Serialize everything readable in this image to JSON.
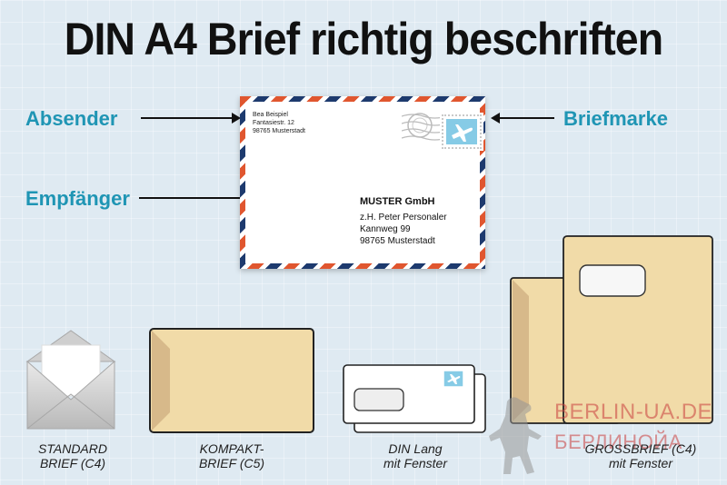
{
  "title": "DIN A4 Brief richtig beschriften",
  "labels": {
    "absender": "Absender",
    "empfaenger": "Empfänger",
    "briefmarke": "Briefmarke"
  },
  "letter": {
    "sender_lines": [
      "Bea Beispiel",
      "Fantasiestr. 12",
      "98765 Musterstadt"
    ],
    "recipient_company": "MUSTER GmbH",
    "recipient_lines": [
      "z.H. Peter Personaler",
      "Kannweg 99",
      "98765 Musterstadt"
    ],
    "stamp_icon": "airplane-icon"
  },
  "envelopes": [
    {
      "line1": "STANDARD",
      "line2": "BRIEF (C4)"
    },
    {
      "line1": "KOMPAKT-",
      "line2": "BRIEF (C5)"
    },
    {
      "line1": "DIN Lang",
      "line2": "mit Fenster"
    },
    {
      "line1": "GROSSBRIEF (C4)",
      "line2": "mit Fenster"
    }
  ],
  "watermark": {
    "line1": "BERLIN-UA.DE",
    "line2": "БЕРЛИНОЙА"
  },
  "colors": {
    "accent_label": "#1f95b4",
    "envelope_kraft": "#f1dba8",
    "airmail_red": "#e0562f",
    "airmail_blue": "#1d3a6e"
  }
}
